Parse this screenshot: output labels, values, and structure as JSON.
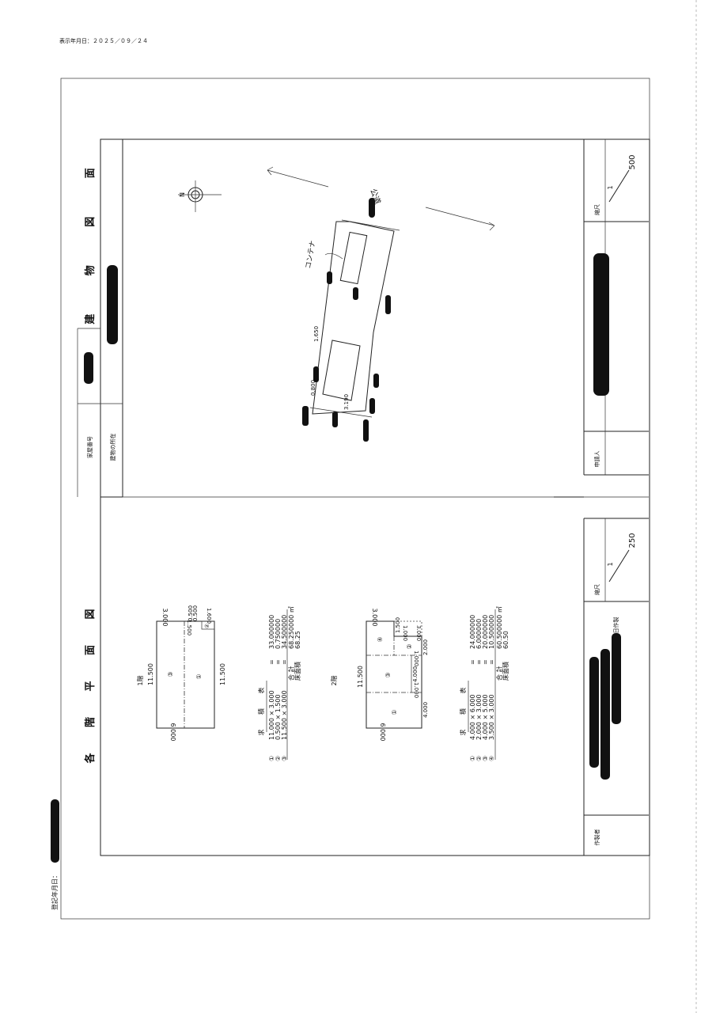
{
  "header": {
    "display_date": "表示年月日：２０２５／０９／２４"
  },
  "side_label": {
    "registration_date": "登記年月日："
  },
  "titles": {
    "floor_plans": "各 階 平 面 図",
    "building_drawing": "建 物 図 面"
  },
  "info": {
    "house_number_label": "家屋番号",
    "location_label": "建物の所在"
  },
  "right_panel": {
    "scale_label_top": "縮尺",
    "scale_top_num": "1",
    "scale_top_den": "500",
    "applicant_label": "申請人",
    "scale_label_bottom": "縮尺",
    "scale_bottom_num": "1",
    "scale_bottom_den": "250",
    "created_label": "日作製",
    "creator_label": "作製者"
  },
  "site_plan": {
    "north": "N",
    "annotation": "コンテナ",
    "road": "公道",
    "dims": [
      "1.650",
      "0.800",
      "3.190"
    ]
  },
  "floor1": {
    "label": "1階",
    "dims": {
      "left": "11.500",
      "right": "11.500",
      "bottom": "6.000",
      "top": "3.000",
      "d1": "0.500",
      "d2": "0.500",
      "d3": "1.600",
      "d4": "1.500"
    },
    "areas": [
      "①",
      "②",
      "③"
    ],
    "table_header": "求 積 表",
    "rows": [
      {
        "no": "①",
        "formula": "11.000 × 3.000",
        "eq": "=",
        "result": "33.000000"
      },
      {
        "no": "②",
        "formula": "0.500 × 1.500",
        "eq": "=",
        "result": "0.750000"
      },
      {
        "no": "③",
        "formula": "11.500 × 3.000",
        "eq": "=",
        "result": "34.500000"
      }
    ],
    "total_label": "合 計",
    "total": "68.250000 ㎡",
    "floor_area_label": "床面積",
    "floor_area": "68.25"
  },
  "floor2": {
    "label": "2階",
    "dims": {
      "left": "11.500",
      "bottom": "6.000",
      "top": "3.000",
      "d1": "1.500",
      "d2": "1.000",
      "d3": "3.000",
      "d4": "2.000",
      "d5": "1.000",
      "d6": "4.000",
      "d7": "1.000",
      "d8": "4.000"
    },
    "areas": [
      "①",
      "②",
      "③",
      "④"
    ],
    "table_header": "求 積 表",
    "rows": [
      {
        "no": "①",
        "formula": "4.000 × 6.000",
        "eq": "=",
        "result": "24.000000"
      },
      {
        "no": "②",
        "formula": "2.000 × 3.000",
        "eq": "=",
        "result": "6.000000"
      },
      {
        "no": "③",
        "formula": "4.000 × 5.000",
        "eq": "=",
        "result": "20.000000"
      },
      {
        "no": "④",
        "formula": "3.500 × 3.000",
        "eq": "=",
        "result": "10.500000"
      }
    ],
    "total_label": "合 計",
    "total": "60.500000 ㎡",
    "floor_area_label": "床面積",
    "floor_area": "60.50"
  }
}
